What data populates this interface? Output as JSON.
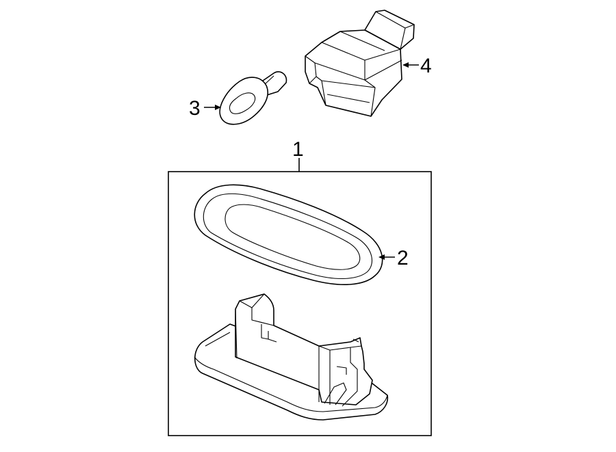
{
  "callouts": {
    "c1": "1",
    "c2": "2",
    "c3": "3",
    "c4": "4"
  },
  "parts": [
    {
      "id": "1",
      "name": "license-lamp-assembly"
    },
    {
      "id": "2",
      "name": "lens"
    },
    {
      "id": "3",
      "name": "bulb"
    },
    {
      "id": "4",
      "name": "socket"
    }
  ],
  "colors": {
    "line": "#000000",
    "background": "#ffffff"
  }
}
